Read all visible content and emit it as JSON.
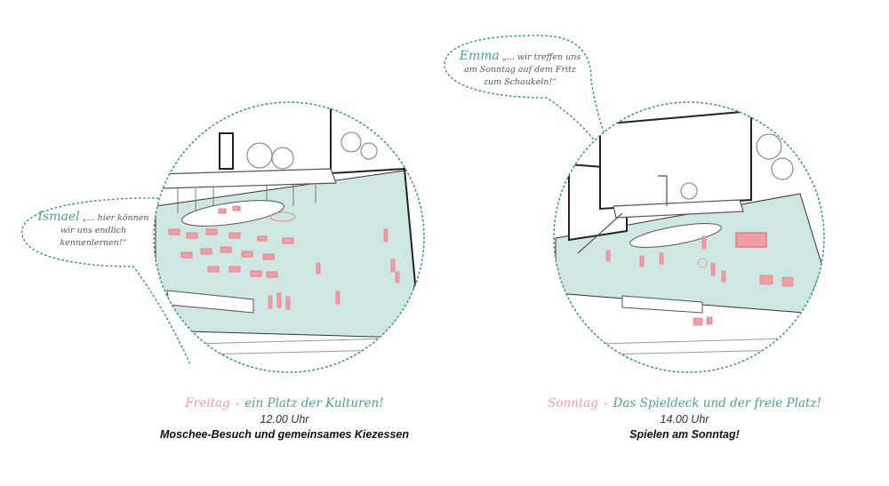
{
  "scenes": [
    {
      "speech": {
        "speaker": "Ismael",
        "lines": [
          "„... hier können",
          "wir uns endlich",
          "kennenlernen!“"
        ]
      },
      "caption": {
        "day": "Freitag",
        "separator": "-",
        "title": "ein Platz der Kulturen!",
        "time": "12.00 Uhr",
        "activity": "Moschee-Besuch und gemeinsames Kiezessen"
      }
    },
    {
      "speech": {
        "speaker": "Emma",
        "lines": [
          "„... wir treffen uns",
          "am Sonntag auf dem Fritz",
          "zum Schaukeln!“"
        ]
      },
      "caption": {
        "day": "Sonntag",
        "separator": "-",
        "title": "Das Spieldeck und der freie Platz!",
        "time": "14.00 Uhr",
        "activity": "Spielen am Sonntag!"
      }
    }
  ],
  "colors": {
    "accent_pink": "#f29ea3",
    "accent_teal": "#4a9e96",
    "plaza": "#cfe7e3",
    "dotted_outline": "#3f958d"
  }
}
